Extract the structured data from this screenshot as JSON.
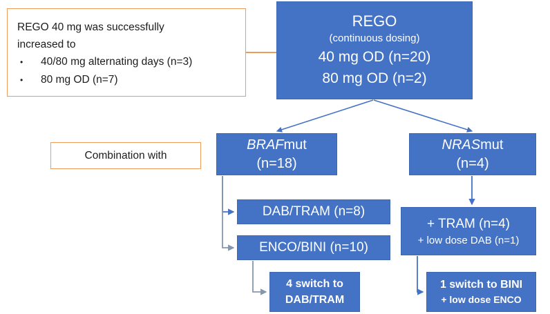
{
  "diagram": {
    "title": "REGO combination treatment flow",
    "colors": {
      "box_fill": "#4472C4",
      "box_border": "#3D66B0",
      "note_border": "#ED9B55",
      "connector": "#4472C4",
      "connector_gray": "#8497B0",
      "text_on_blue": "#FFFFFF",
      "text_dark": "#1C1C1C",
      "background": "#FFFFFF"
    }
  },
  "note_increase": {
    "line1": "REGO 40 mg was successfully",
    "line2": "increased to",
    "bullet_glyph": "•",
    "bullets": [
      "40/80 mg alternating days (n=3)",
      "80 mg OD (n=7)"
    ]
  },
  "combination": {
    "label": "Combination with"
  },
  "rego": {
    "title": "REGO",
    "subtitle": "(continuous dosing)",
    "dose1": "40 mg OD (n=20)",
    "dose2": "80 mg OD (n=2)"
  },
  "branches": {
    "braf": {
      "gene": "BRAF",
      "suffix": "mut",
      "count": "(n=18)"
    },
    "nras": {
      "gene": "NRAS",
      "suffix": "mut",
      "count": "(n=4)"
    }
  },
  "braf_arms": [
    {
      "label": "DAB/TRAM (n=8)"
    },
    {
      "label": "ENCO/BINI (n=10)"
    }
  ],
  "nras_arm": {
    "main": "+ TRAM (n=4)",
    "sub": "+ low dose DAB (n=1)"
  },
  "switches": {
    "braf_switch": {
      "line1": "4 switch to",
      "line2": "DAB/TRAM"
    },
    "nras_switch": {
      "line1": "1 switch to BINI",
      "line2": "+ low dose ENCO"
    }
  }
}
